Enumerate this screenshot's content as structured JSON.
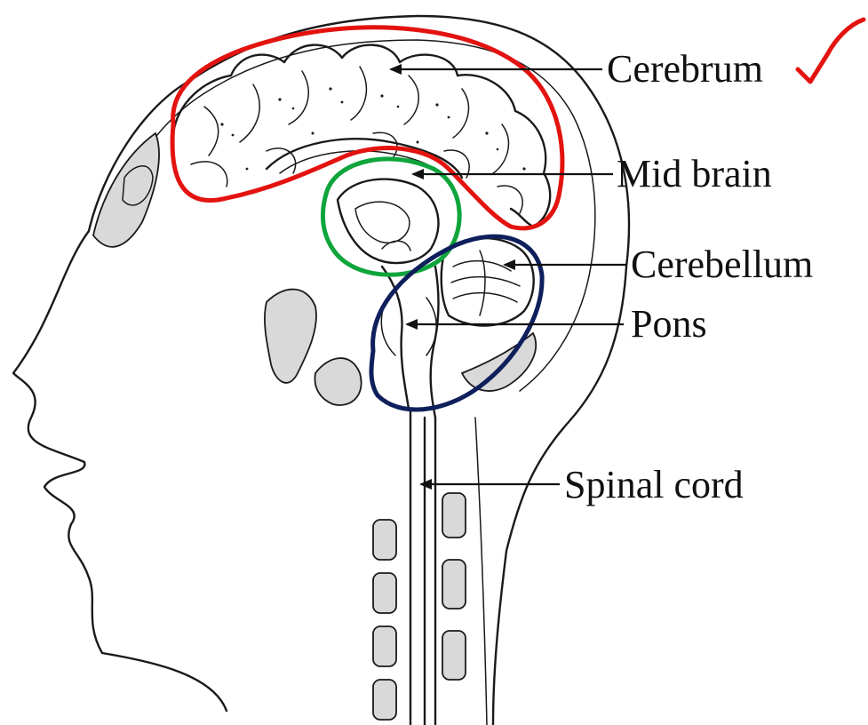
{
  "labels": {
    "cerebrum": "Cerebrum",
    "mid_brain": "Mid brain",
    "cerebellum": "Cerebellum",
    "pons": "Pons",
    "spinal_cord": "Spinal cord"
  },
  "annotation_colors": {
    "cerebrum_outline": "#e3130f",
    "mid_brain_outline": "#0fa53c",
    "cerebellum_pons_outline": "#0f1f5c",
    "tick_mark": "#e3130f"
  }
}
